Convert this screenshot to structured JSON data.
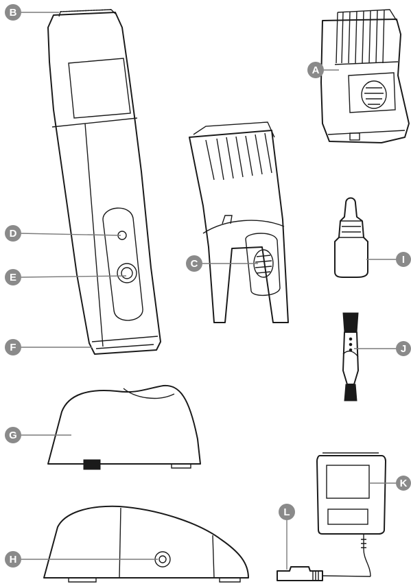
{
  "callouts": {
    "A": "A",
    "B": "B",
    "C": "C",
    "D": "D",
    "E": "E",
    "F": "F",
    "G": "G",
    "H": "H",
    "I": "I",
    "J": "J",
    "K": "K",
    "L": "L"
  },
  "colors": {
    "badge": "#8a8a8a",
    "line": "#1a1a1a"
  }
}
